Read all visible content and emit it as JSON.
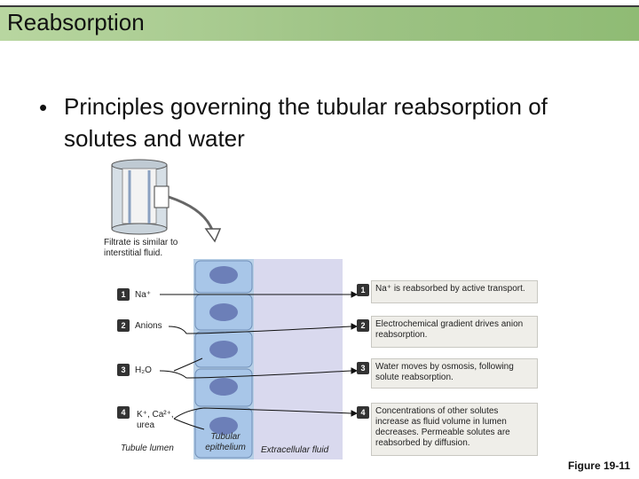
{
  "slide": {
    "title": "Reabsorption",
    "bullet_symbol": "•",
    "bullet_text": "Principles governing the tubular reabsorption of solutes and water",
    "figure_label": "Figure 19-11"
  },
  "diagram": {
    "caption_top": "Filtrate is similar to interstitial fluid.",
    "left_items": [
      {
        "num": "1",
        "label": "Na⁺"
      },
      {
        "num": "2",
        "label": "Anions"
      },
      {
        "num": "3",
        "label": "H₂O"
      },
      {
        "num": "4",
        "label": "K⁺, Ca²⁺, urea"
      }
    ],
    "right_items": [
      {
        "num": "1",
        "text": "Na⁺ is reabsorbed by active transport."
      },
      {
        "num": "2",
        "text": "Electrochemical gradient drives anion reabsorption."
      },
      {
        "num": "3",
        "text": "Water moves by osmosis, following solute reabsorption."
      },
      {
        "num": "4",
        "text": "Concentrations of other solutes increase as fluid volume in lumen decreases. Permeable solutes are reabsorbed by diffusion."
      }
    ],
    "region_labels": {
      "lumen": "Tubule lumen",
      "epithelium": "Tubular epithelium",
      "extracellular": "Extracellular fluid"
    },
    "colors": {
      "lumen_bg": "#ffffff",
      "cell_fill": "#a8c6e8",
      "nucleus": "#6c7fb8",
      "extracellular_bg": "#d9d9ee"
    }
  }
}
